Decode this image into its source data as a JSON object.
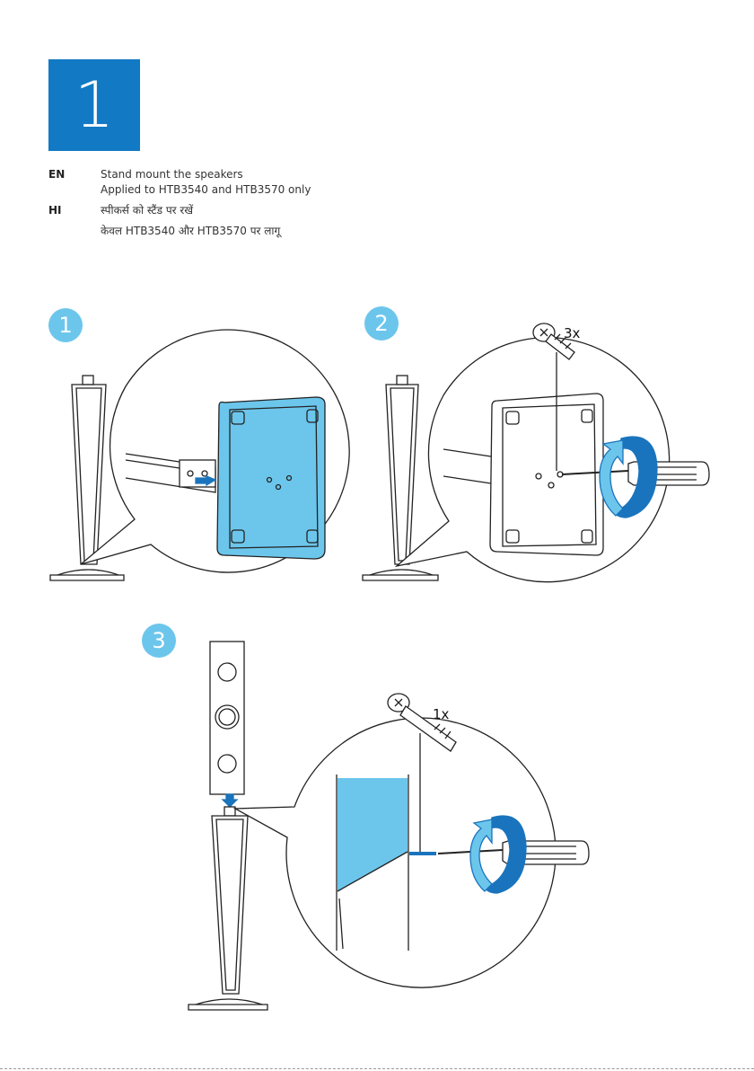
{
  "step": {
    "number": "1"
  },
  "instructions": [
    {
      "code": "EN",
      "line1": "Stand mount the speakers",
      "line2": "Applied to HTB3540 and HTB3570 only"
    },
    {
      "code": "HI",
      "line1": "स्पीकर्स को स्टैंड पर रखें",
      "line2": "केवल HTB3540 और HTB3570 पर लागू"
    }
  ],
  "sub_steps": [
    "1",
    "2",
    "3"
  ],
  "screws": {
    "step2_qty": "3x",
    "step3_qty": "1x"
  },
  "colors": {
    "accent": "#1279c4",
    "light_blue": "#6cc6ec",
    "arrow_blue": "#1a74bd"
  }
}
